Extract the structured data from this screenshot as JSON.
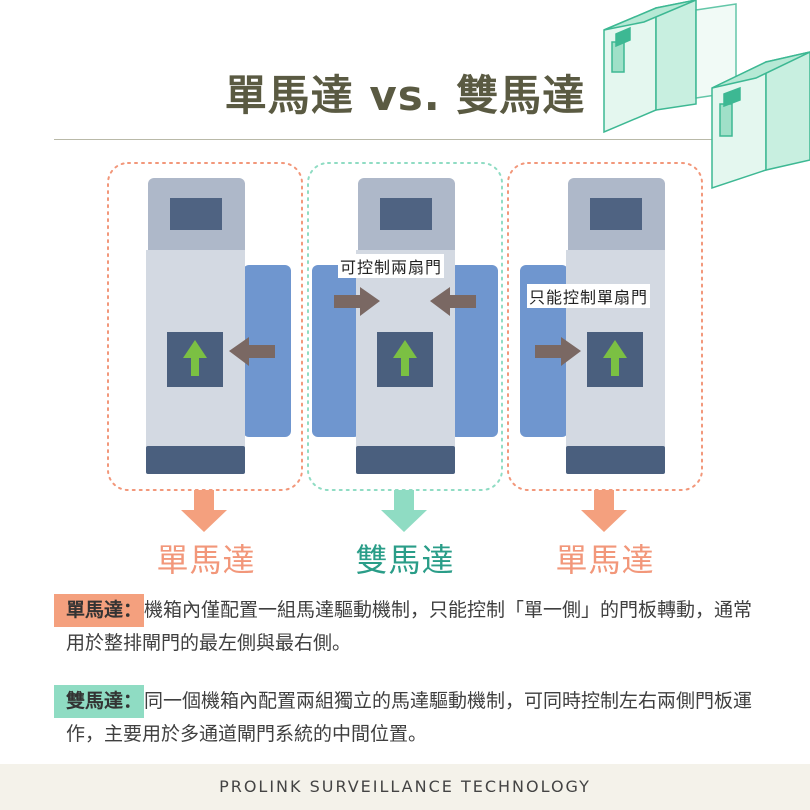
{
  "title": "單馬達 vs. 雙馬達",
  "callouts": {
    "double": "可控制兩扇門",
    "single": "只能控制單扇門"
  },
  "labels": {
    "left": "單馬達",
    "middle": "雙馬達",
    "right": "單馬達"
  },
  "descriptions": [
    {
      "tag": "單馬達：",
      "text": "機箱內僅配置一組馬達驅動機制，只能控制「單一側」的門板轉動，通常用於整排閘門的最左側與最右側。"
    },
    {
      "tag": "雙馬達：",
      "text": "同一個機箱內配置兩組獨立的馬達驅動機制，可同時控制左右兩側門板運作，主要用於多通道閘門系統的中間位置。"
    }
  ],
  "footer": "PROLINK SURVEILLANCE TECHNOLOGY",
  "colors": {
    "title": "#5a5a42",
    "single_accent": "#f2977a",
    "double_accent": "#8fdcc3",
    "cabinet": "#d3d9e2",
    "cabinet_top": "#aeb8c9",
    "door_panel": "#6f96cf",
    "indicator": "#4a5f7e",
    "arrow_up": "#7bc043",
    "force_arrow": "#7a6863"
  }
}
